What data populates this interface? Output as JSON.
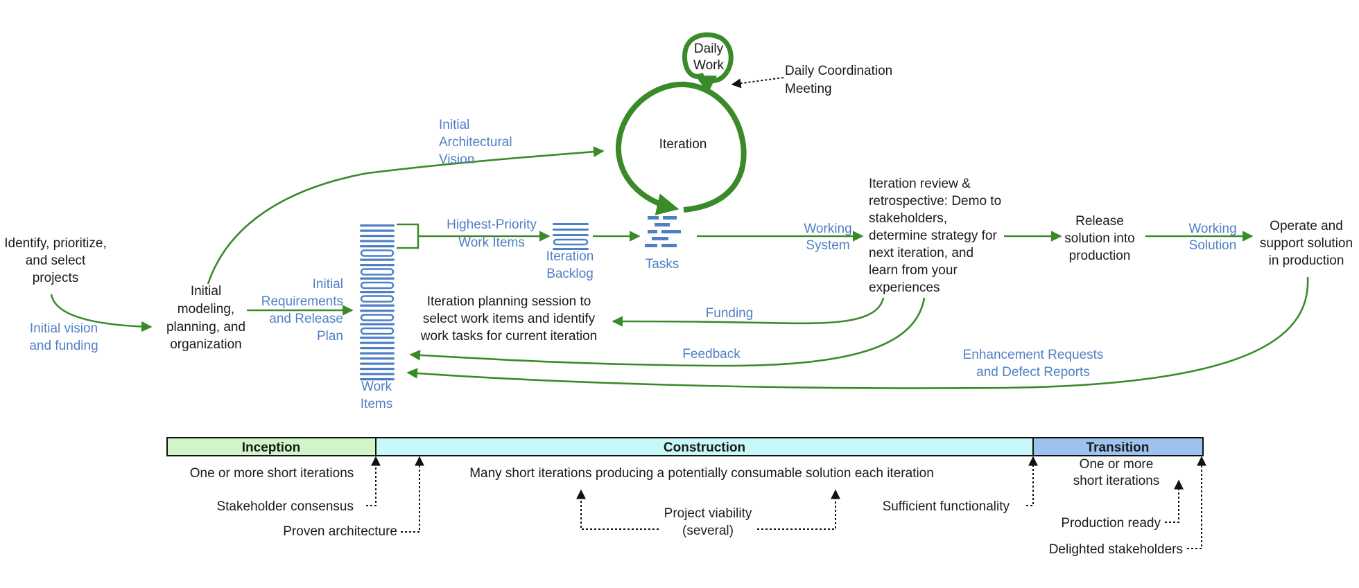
{
  "colors": {
    "green": "#3a8a2a",
    "blue_text": "#4f7fc6",
    "inception": "#cff5c8",
    "construction": "#c8f8f8",
    "transition": "#9ec2f0"
  },
  "loop": {
    "daily_work": [
      "Daily",
      "Work"
    ],
    "daily_meeting": [
      "Daily Coordination",
      "Meeting"
    ],
    "iteration": "Iteration"
  },
  "labels": {
    "initial_arch_vision": [
      "Initial",
      "Architectural",
      "Vision"
    ],
    "identify": [
      "Identify, prioritize,",
      "and select",
      "projects"
    ],
    "initial_vision_funding": [
      "Initial vision",
      "and funding"
    ],
    "initial_modeling": [
      "Initial",
      "modeling,",
      "planning, and",
      "organization"
    ],
    "initial_requirements": [
      "Initial",
      "Requirements",
      "and Release",
      "Plan"
    ],
    "work_items": [
      "Work",
      "Items"
    ],
    "highest_priority": [
      "Highest-Priority",
      "Work Items"
    ],
    "iteration_backlog": [
      "Iteration",
      "Backlog"
    ],
    "tasks": "Tasks",
    "working_system": [
      "Working",
      "System"
    ],
    "review": [
      "Iteration review &",
      "retrospective: Demo to",
      "stakeholders,",
      "determine strategy for",
      "next iteration, and",
      "learn from your",
      "experiences"
    ],
    "release": [
      "Release",
      "solution into",
      "production"
    ],
    "working_solution": [
      "Working",
      "Solution"
    ],
    "operate": [
      "Operate and",
      "support solution",
      "in production"
    ],
    "planning_session": [
      "Iteration planning session to",
      "select work items and identify",
      "work tasks for current iteration"
    ],
    "funding": "Funding",
    "feedback": "Feedback",
    "enhancements": [
      "Enhancement Requests",
      "and Defect Reports"
    ]
  },
  "phases": {
    "inception": "Inception",
    "construction": "Construction",
    "transition": "Transition"
  },
  "milestones": {
    "inception_iterations": "One or more short iterations",
    "stakeholder_consensus": "Stakeholder consensus",
    "proven_architecture": "Proven architecture",
    "construction_iterations": "Many short iterations producing a potentially consumable solution each iteration",
    "project_viability": [
      "Project viability",
      "(several)"
    ],
    "sufficient_functionality": "Sufficient functionality",
    "transition_iterations": [
      "One or more",
      "short iterations"
    ],
    "production_ready": "Production ready",
    "delighted_stakeholders": "Delighted stakeholders"
  }
}
